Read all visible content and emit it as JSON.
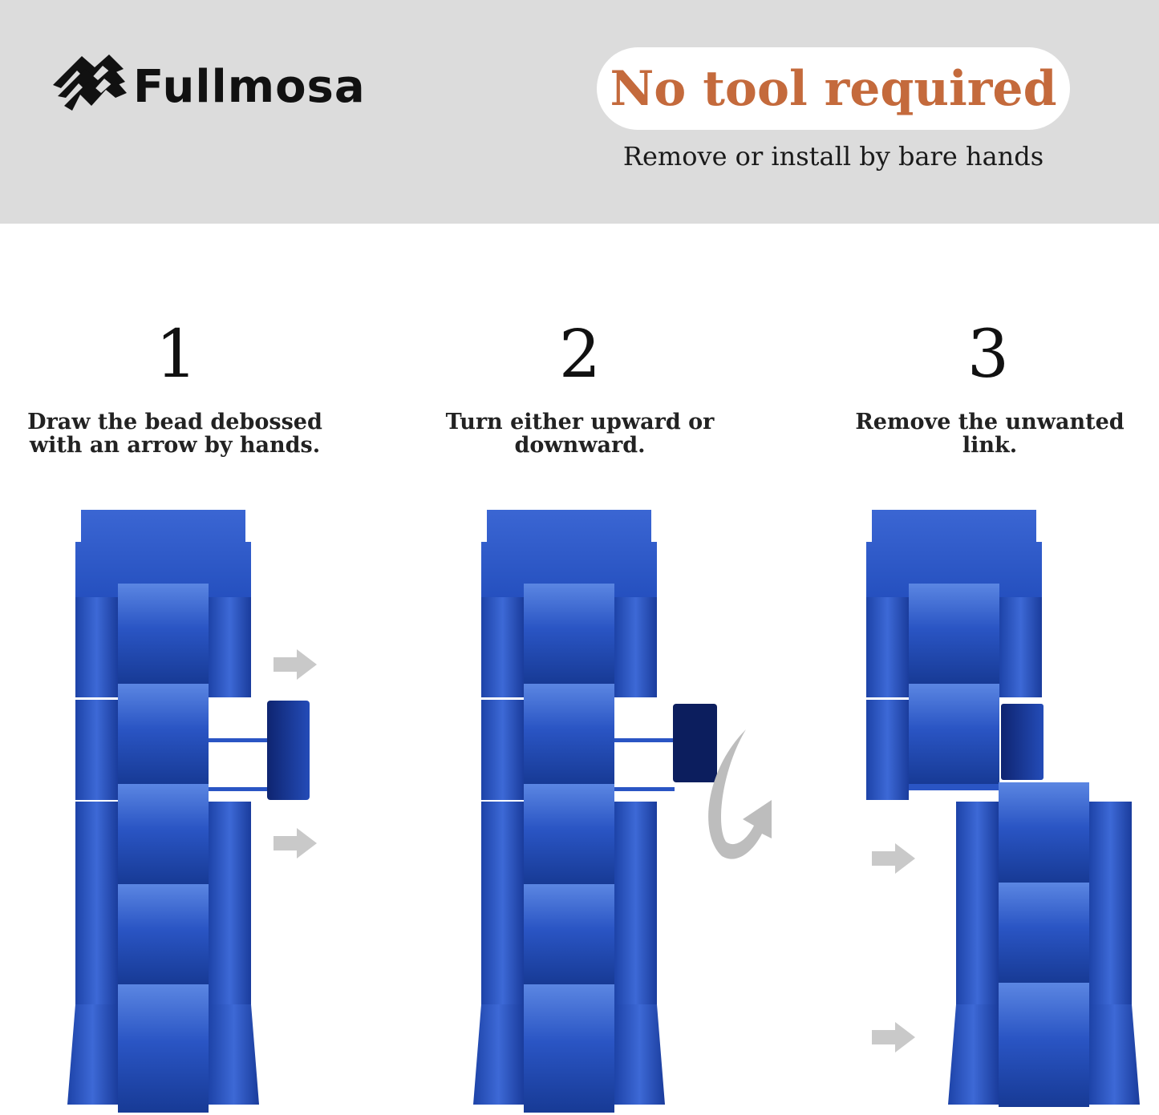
{
  "brand": {
    "name": "Fullmosa",
    "logo_icon": "wave-stripes-logo"
  },
  "header": {
    "pill_text": "No tool required",
    "subtitle": "Remove or install by bare hands",
    "accent_color": "#c46a3c",
    "background_color": "#dcdcdc"
  },
  "steps": [
    {
      "number": "1",
      "text": "Draw the bead debossed with an arrow by hands."
    },
    {
      "number": "2",
      "text": "Turn either upward or downward."
    },
    {
      "number": "3",
      "text": "Remove the unwanted link."
    }
  ],
  "colors": {
    "band": "#2b55c2",
    "band_dark": "#173a95",
    "band_light": "#5a84e0",
    "arrow": "#c9c9c9"
  }
}
